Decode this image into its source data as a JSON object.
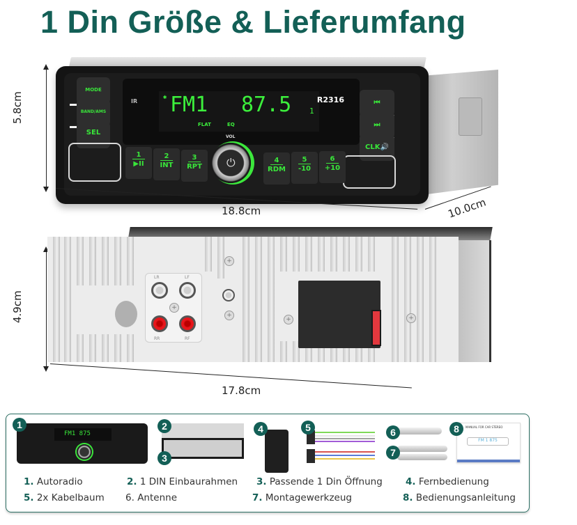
{
  "title": "1 Din Größe & Lieferumfang",
  "front_view": {
    "height_label": "5.8cm",
    "width_label": "18.8cm",
    "depth_label": "10.0cm",
    "model": "R2316",
    "ir_label": "IR",
    "display": {
      "band": "FM1",
      "frequency": "87.5",
      "channel_indicator": "1",
      "eq_mode": "FLAT",
      "eq_label": "EQ"
    },
    "left_buttons": [
      "MODE",
      "BAND/AMS",
      "SEL"
    ],
    "right_buttons": [
      "⏮",
      "⏭",
      "CLK🔊"
    ],
    "volume_label": "VOL",
    "number_buttons": [
      {
        "num": "1",
        "label": "▶II"
      },
      {
        "num": "2",
        "label": "INT"
      },
      {
        "num": "3",
        "label": "RPT"
      },
      {
        "num": "4",
        "label": "RDM"
      },
      {
        "num": "5",
        "label": "-10"
      },
      {
        "num": "6",
        "label": "+10"
      }
    ],
    "power_icon": "⏻",
    "accent_color": "#39e63a"
  },
  "rear_view": {
    "height_label": "4.9cm",
    "width_label": "17.8cm",
    "rca_labels": [
      "LR",
      "LF",
      "RR",
      "RF"
    ]
  },
  "package": {
    "items": [
      {
        "num": "1.",
        "label": "Autoradio"
      },
      {
        "num": "2.",
        "label": "1 DIN Einbaurahmen"
      },
      {
        "num": "3.",
        "label": "Passende 1 Din Öffnung"
      },
      {
        "num": "4.",
        "label": "Fernbedienung"
      },
      {
        "num": "5.",
        "label": "2x Kabelbaum"
      },
      {
        "num": "6.",
        "label": "Antenne"
      },
      {
        "num": "7.",
        "label": "Montagewerkzeug"
      },
      {
        "num": "8.",
        "label": "Bedienungsanleitung"
      }
    ],
    "badges": [
      "1",
      "2",
      "3",
      "4",
      "5",
      "6",
      "7",
      "8"
    ],
    "mini_display": "FM1  875",
    "manual_title": "MANUAL FOR CAR STEREO",
    "manual_display": "FM 1  875",
    "brand_color": "#135f56"
  }
}
